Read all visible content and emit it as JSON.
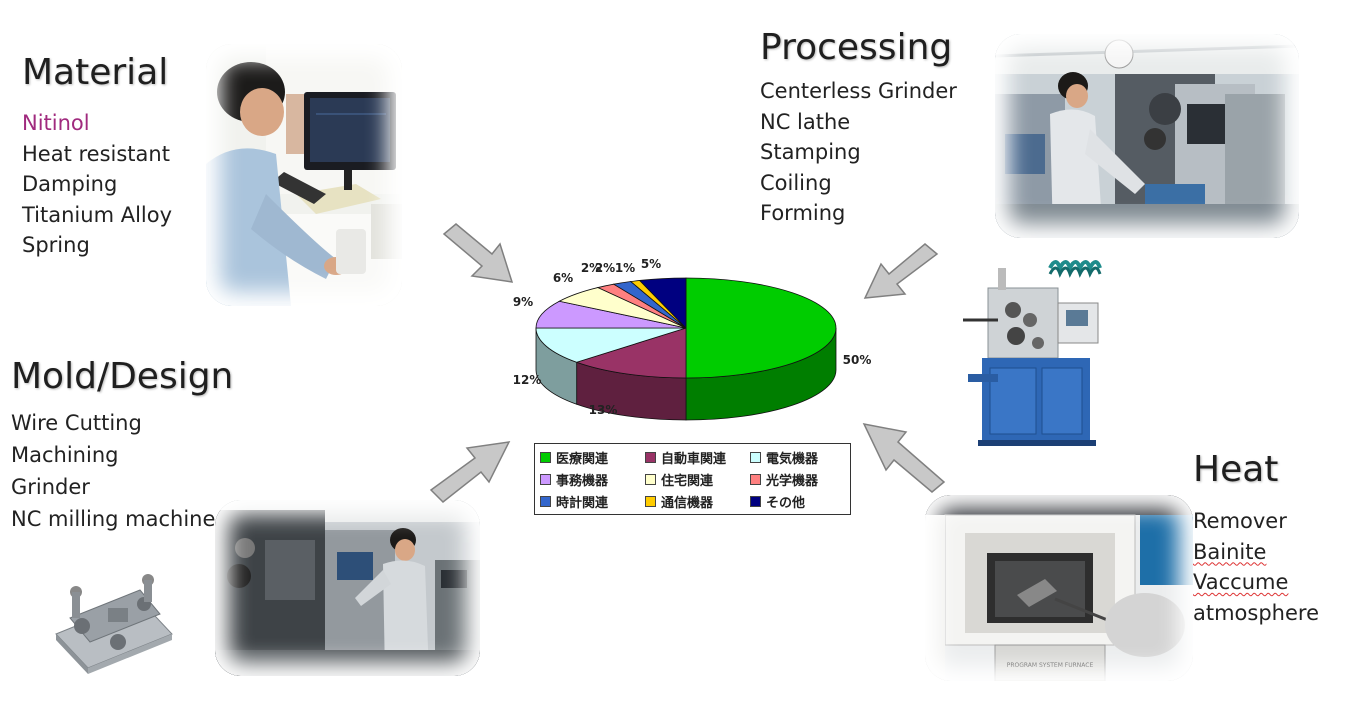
{
  "material": {
    "title": "Material",
    "items": [
      "Nitinol",
      "Heat resistant",
      "Damping",
      "Titanium Alloy",
      "Spring"
    ],
    "accent_color": "#a02a7e"
  },
  "processing": {
    "title": "Processing",
    "items": [
      "Centerless Grinder",
      "NC lathe",
      "Stamping",
      "Coiling",
      "Forming"
    ]
  },
  "mold": {
    "title": "Mold/Design",
    "items": [
      "Wire Cutting",
      "Machining",
      "Grinder",
      "NC milling machine"
    ]
  },
  "heat": {
    "title": "Heat",
    "items": [
      "Remover",
      "Bainite",
      "Vaccume",
      "atmosphere"
    ]
  },
  "furnace_panel_text": "PROGRAM SYSTEM FURNACE",
  "chart_data": {
    "type": "pie",
    "title": "",
    "series": [
      {
        "name": "医療関連",
        "value": 50,
        "label": "50%",
        "color": "#00cc00"
      },
      {
        "name": "自動車関連",
        "value": 13,
        "label": "13%",
        "color": "#993366"
      },
      {
        "name": "電気機器",
        "value": 12,
        "label": "12%",
        "color": "#ccffff"
      },
      {
        "name": "事務機器",
        "value": 9,
        "label": "9%",
        "color": "#cc99ff"
      },
      {
        "name": "住宅関連",
        "value": 6,
        "label": "6%",
        "color": "#ffffcc"
      },
      {
        "name": "光学機器",
        "value": 2,
        "label": "2%",
        "color": "#ff8080"
      },
      {
        "name": "時計関連",
        "value": 2,
        "label": "2%",
        "color": "#3366cc"
      },
      {
        "name": "通信機器",
        "value": 1,
        "label": "1%",
        "color": "#ffcc00"
      },
      {
        "name": "その他",
        "value": 5,
        "label": "5%",
        "color": "#000080"
      }
    ],
    "legend_position": "bottom"
  }
}
